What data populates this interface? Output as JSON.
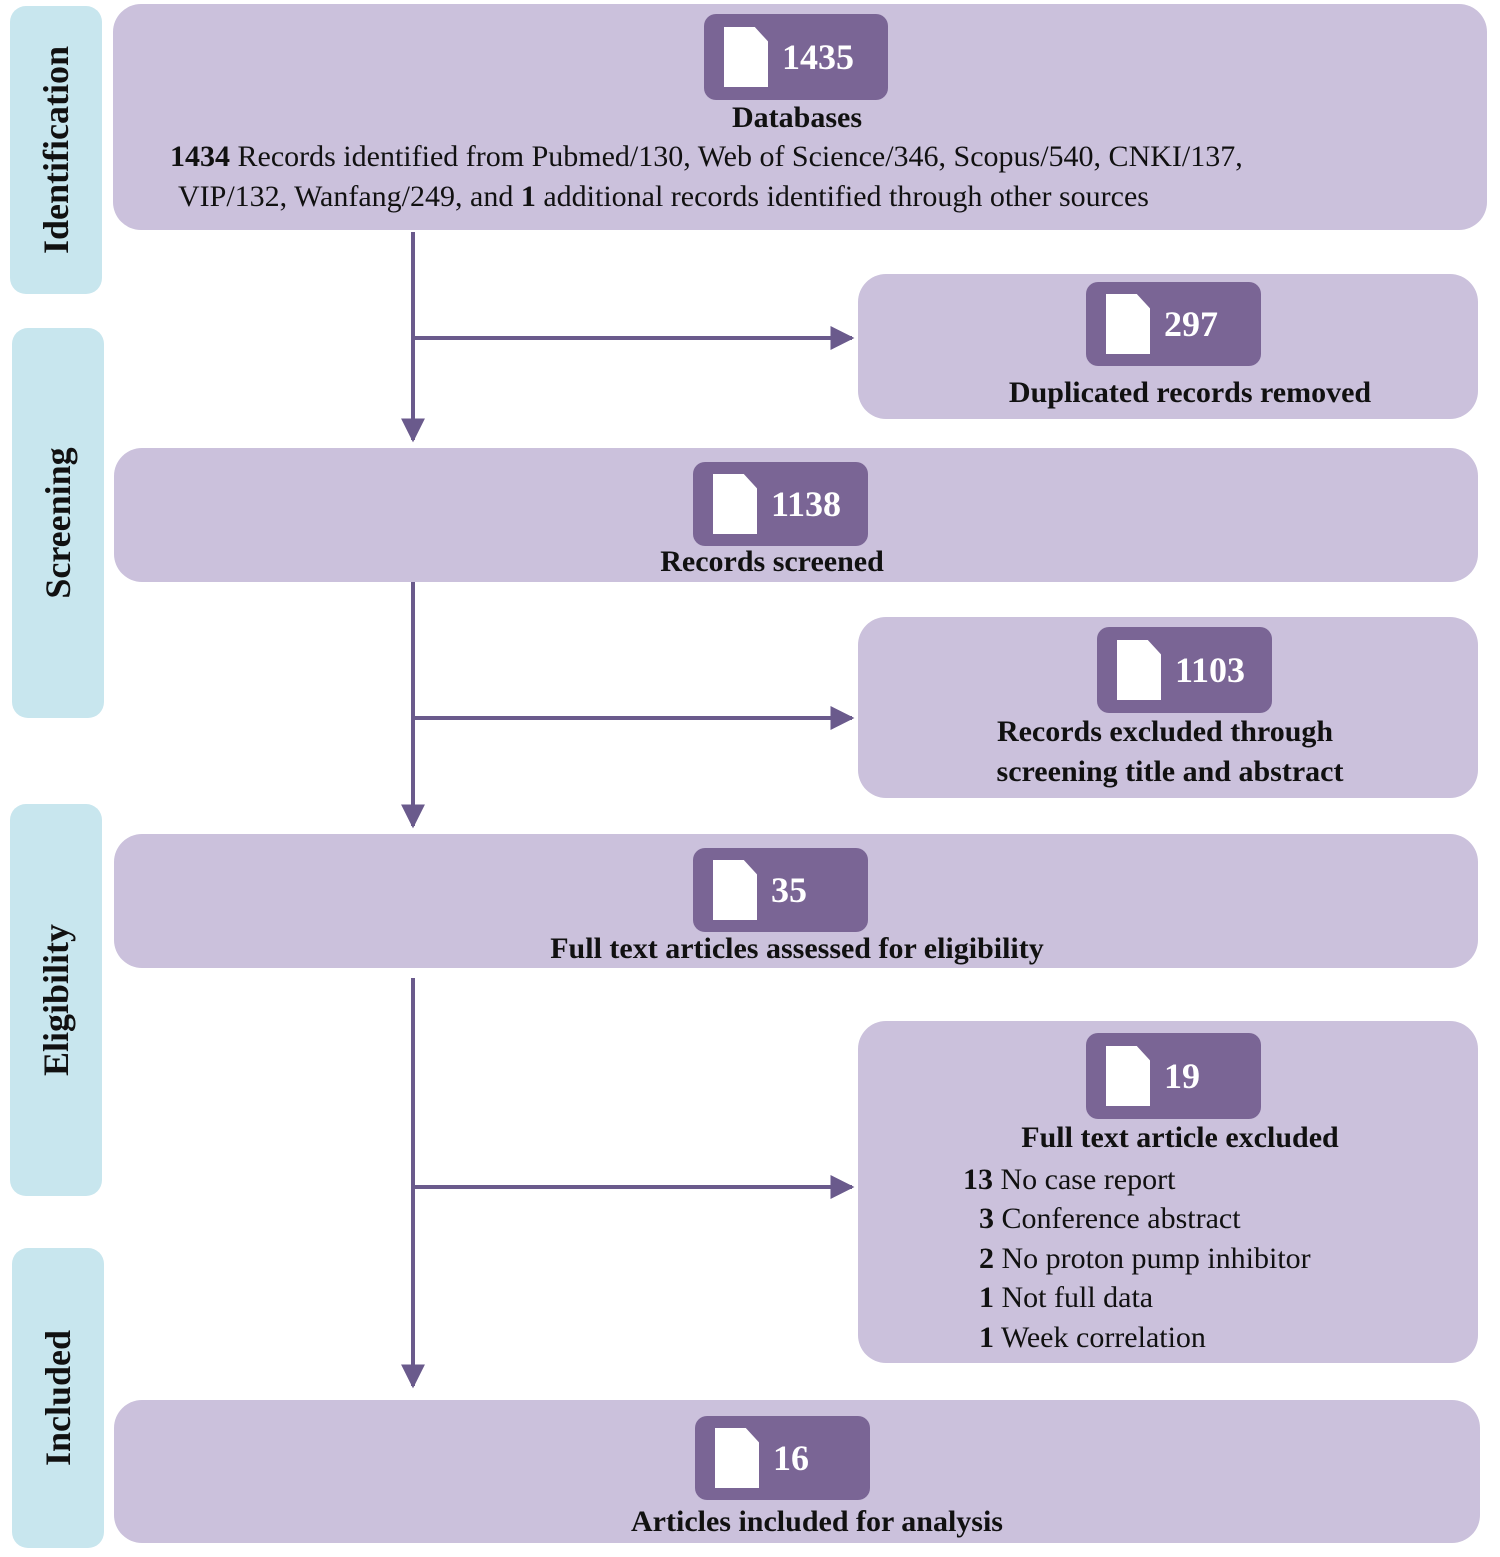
{
  "stages": {
    "identification": "Identification",
    "screening": "Screening",
    "eligibility": "Eligibility",
    "included": "Included"
  },
  "identification": {
    "count": "1435",
    "label": "Databases",
    "detail_line1": {
      "n1": "1434",
      "text1": " Records  identified from Pubmed/130, Web of Science/346, Scopus/540, CNKI/137,"
    },
    "detail_line2": {
      "text_a": "VIP/132,    Wanfang/249, and ",
      "n2": "1",
      "text_b": " additional records identified through other sources"
    }
  },
  "duplicates": {
    "count": "297",
    "label": "Duplicated records removed"
  },
  "screened": {
    "count": "1138",
    "label": "Records screened"
  },
  "excluded_screening": {
    "count": "1103",
    "label_line1": "Records excluded through",
    "label_line2": "screening title and abstract"
  },
  "fulltext": {
    "count": "35",
    "label": "Full text articles assessed for  eligibility"
  },
  "fulltext_excluded": {
    "count": "19",
    "label": "Full text article excluded",
    "reasons": [
      {
        "n": "13",
        "text": " No case report"
      },
      {
        "n": "3",
        "text": " Conference abstract"
      },
      {
        "n": "2",
        "text": " No proton pump inhibitor"
      },
      {
        "n": "1",
        "text": " Not full data"
      },
      {
        "n": "1",
        "text": " Week correlation"
      }
    ]
  },
  "included": {
    "count": "16",
    "label": "Articles included for analysis"
  },
  "colors": {
    "stage_bg": "#c8e6ee",
    "box_bg": "#cbc1dc",
    "badge_bg": "#7a6595",
    "arrow": "#6a5a8c"
  },
  "icons": {
    "badge_icon": "document-icon"
  }
}
